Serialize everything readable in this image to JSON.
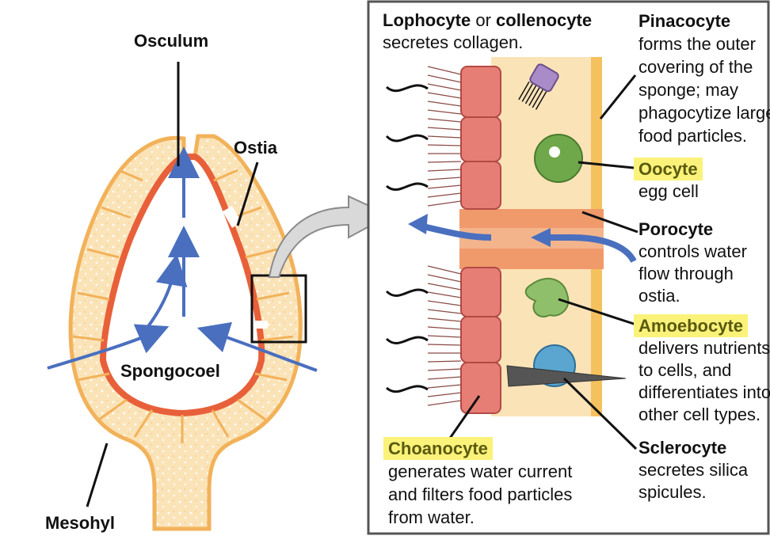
{
  "labels": {
    "osculum": "Osculum",
    "ostia": "Ostia",
    "spongocoel": "Spongocoel",
    "mesohyl": "Mesohyl"
  },
  "cells": {
    "lophocyte": {
      "name_a": "Lophocyte",
      "or": " or ",
      "name_b": "collenocyte",
      "desc": [
        "secretes collagen."
      ]
    },
    "pinacocyte": {
      "name": "Pinacocyte",
      "desc": [
        "forms the outer",
        "covering of the",
        "sponge; may",
        "phagocytize large",
        "food particles."
      ]
    },
    "oocyte": {
      "name": "Oocyte",
      "desc": [
        "egg cell"
      ]
    },
    "porocyte": {
      "name": "Porocyte",
      "desc": [
        "controls water",
        "flow through",
        "ostia."
      ]
    },
    "amoebocyte": {
      "name": "Amoebocyte",
      "desc": [
        "delivers nutrients",
        "to cells, and",
        "differentiates into",
        "other cell types."
      ]
    },
    "sclerocyte": {
      "name": "Sclerocyte",
      "desc": [
        "secretes silica",
        "spicules."
      ]
    },
    "choanocyte": {
      "name": "Choanocyte",
      "desc": [
        "generates water current",
        "and filters food particles",
        "from water."
      ]
    }
  },
  "colors": {
    "wall_fill": "#fbe3b8",
    "wall_inner": "#e8603a",
    "wall_edge": "#f2b25a",
    "flow_arrow": "#4a6fbf",
    "highlight": "#fbf27a",
    "choanocyte": "#e77e76",
    "oocyte": "#6fa84a",
    "amoebocyte": "#8fbf6a",
    "sclerocyte": "#5aa6d0",
    "lophocyte": "#a98bc7"
  }
}
